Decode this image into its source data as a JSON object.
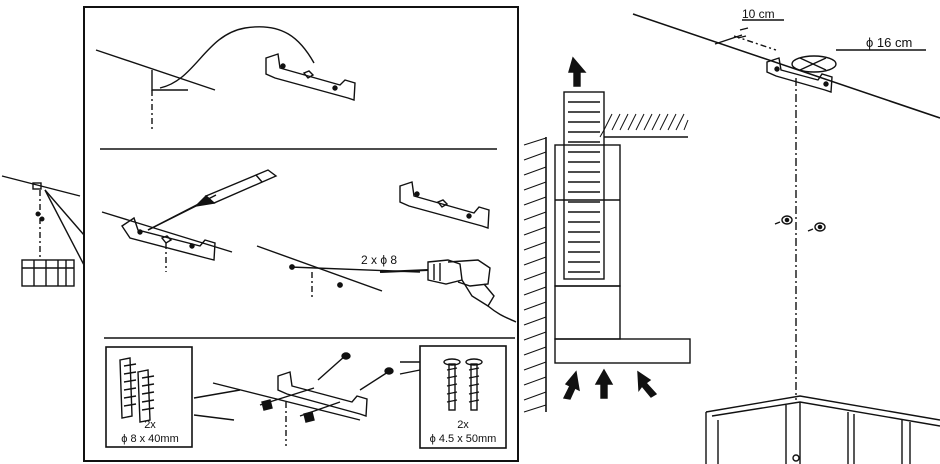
{
  "dimensions": {
    "offset": "10 cm",
    "duct_diameter": "ϕ 16 cm"
  },
  "drill": {
    "label": "2 x ϕ 8"
  },
  "plugs": {
    "count": "2x",
    "size": "ϕ 8 x 40mm"
  },
  "screws": {
    "count": "2x",
    "size": "ϕ 4.5 x 50mm"
  },
  "colors": {
    "ink": "#111111",
    "background": "#ffffff"
  }
}
